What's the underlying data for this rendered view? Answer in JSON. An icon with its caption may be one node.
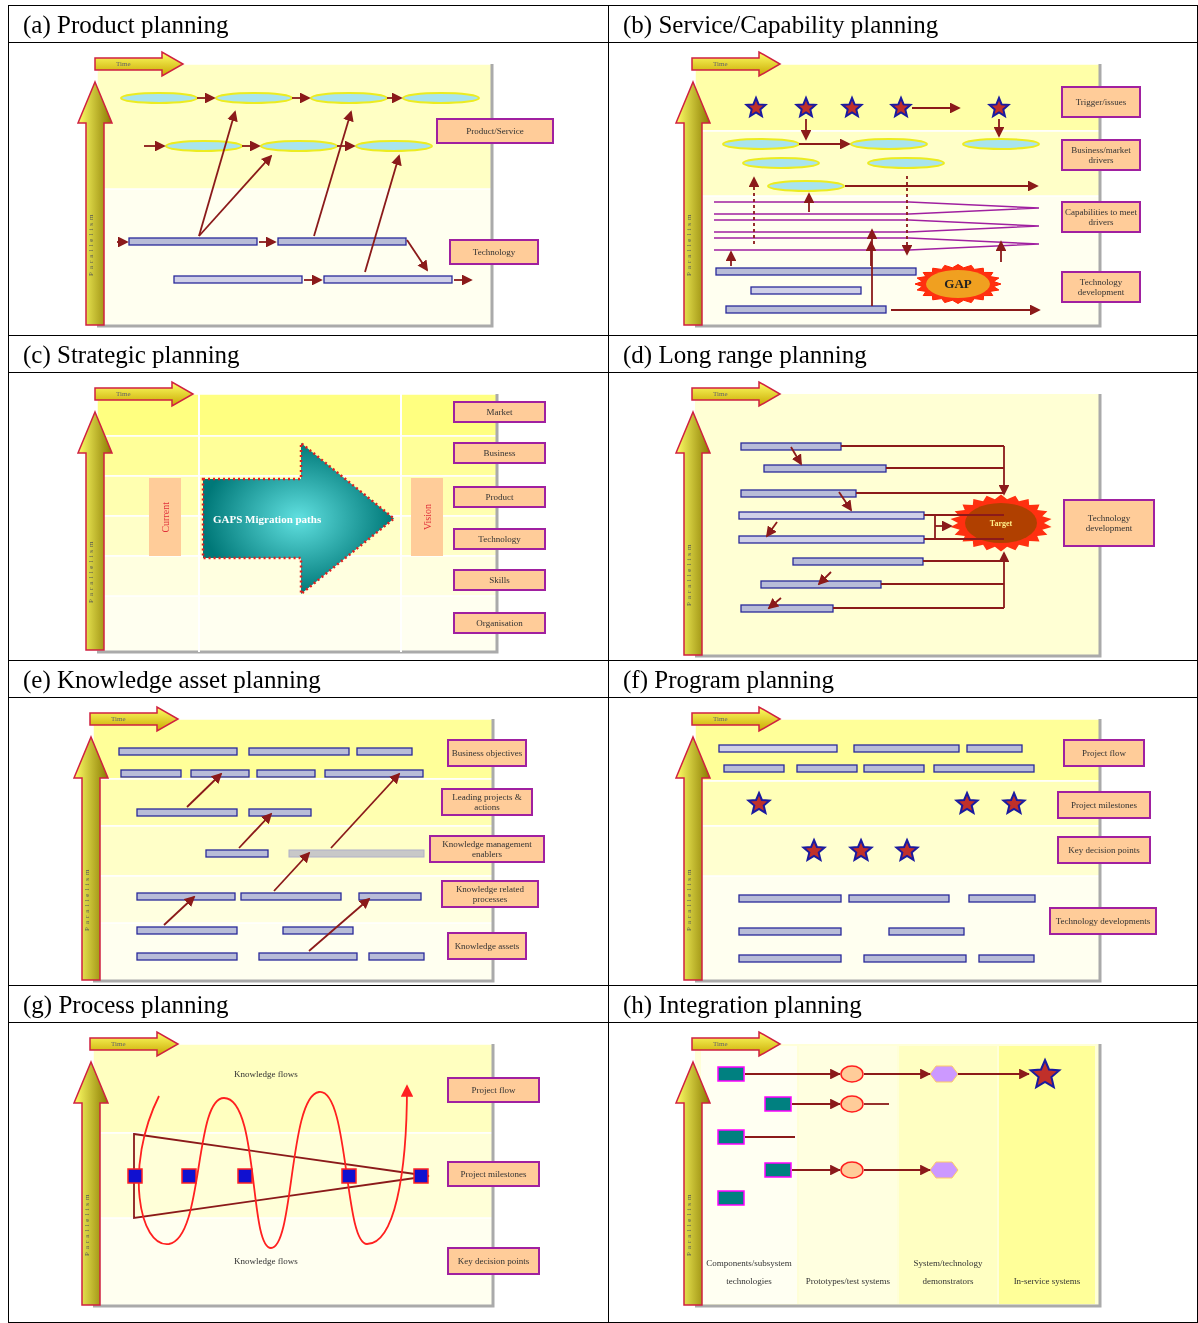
{
  "diagram": {
    "nodes": [
      {
        "text": [
          "(a) Product planning"
        ]
      },
      {
        "text": [
          "Time"
        ],
        "in": 0
      },
      {
        "text": [
          "Parallelism"
        ],
        "in": 0
      },
      {
        "text": [
          "Product/Service"
        ],
        "in": 0
      },
      {
        "text": [
          "Technology"
        ],
        "in": 0
      },
      {
        "text": [
          "(b) Service/Capability planning"
        ]
      },
      {
        "text": [
          "Time"
        ],
        "in": 5
      },
      {
        "text": [
          "Parallelism"
        ],
        "in": 5
      },
      {
        "text": [
          "Trigger/issues"
        ],
        "in": 5
      },
      {
        "text": [
          "Business/market drivers"
        ],
        "in": 5
      },
      {
        "text": [
          "Capabilities to meet drivers"
        ],
        "in": 5
      },
      {
        "text": [
          "GAP"
        ],
        "in": 5
      },
      {
        "text": [
          "Technology development"
        ],
        "in": 5
      },
      {
        "text": [
          "(c) Strategic planning"
        ]
      },
      {
        "text": [
          "Time"
        ],
        "in": 13
      },
      {
        "text": [
          "Parallelism"
        ],
        "in": 13
      },
      {
        "text": [
          "Market"
        ],
        "in": 13
      },
      {
        "text": [
          "Business"
        ],
        "in": 13
      },
      {
        "text": [
          "Current"
        ],
        "in": 13
      },
      {
        "text": [
          "GAPS Migration paths"
        ],
        "in": 13
      },
      {
        "text": [
          "Vision"
        ],
        "in": 13
      },
      {
        "text": [
          "Product"
        ],
        "in": 13
      },
      {
        "text": [
          "Technology"
        ],
        "in": 13
      },
      {
        "text": [
          "Skills"
        ],
        "in": 13
      },
      {
        "text": [
          "Organisation"
        ],
        "in": 13
      },
      {
        "text": [
          "(d) Long range planning"
        ]
      },
      {
        "text": [
          "Time"
        ],
        "in": 25
      },
      {
        "text": [
          "Parallelism"
        ],
        "in": 25
      },
      {
        "text": [
          "Target"
        ],
        "in": 25
      },
      {
        "text": [
          "Technology development"
        ],
        "in": 25
      },
      {
        "text": [
          "(e) Knowledge asset planning"
        ]
      },
      {
        "text": [
          "Time"
        ],
        "in": 30
      },
      {
        "text": [
          "Parallelism"
        ],
        "in": 30
      },
      {
        "text": [
          "Business objectives"
        ],
        "in": 30
      },
      {
        "text": [
          "Leading projects & actions"
        ],
        "in": 30
      },
      {
        "text": [
          "Knowledge management enablers"
        ],
        "in": 30
      },
      {
        "text": [
          "Knowledge related processes"
        ],
        "in": 30
      },
      {
        "text": [
          "Knowledge assets"
        ],
        "in": 30
      },
      {
        "text": [
          "(f) Program planning"
        ]
      },
      {
        "text": [
          "Time"
        ],
        "in": 38
      },
      {
        "text": [
          "Parallelism"
        ],
        "in": 38
      },
      {
        "text": [
          "Project flow"
        ],
        "in": 38
      },
      {
        "text": [
          "Project milestones"
        ],
        "in": 38
      },
      {
        "text": [
          "Key decision points"
        ],
        "in": 38
      },
      {
        "text": [
          "Technology developments"
        ],
        "in": 38
      },
      {
        "text": [
          "(g) Process planning"
        ]
      },
      {
        "text": [
          "Time"
        ],
        "in": 45
      },
      {
        "text": [
          "Parallelism"
        ],
        "in": 45
      },
      {
        "text": [
          "Project flow"
        ],
        "in": 45
      },
      {
        "text": [
          "Project milestones"
        ],
        "in": 45
      },
      {
        "text": [
          "Key decision points"
        ],
        "in": 45
      },
      {
        "text": [
          "(h) Integration planning"
        ]
      },
      {
        "text": [
          "Time"
        ],
        "in": 51
      },
      {
        "text": [
          "Parallelism"
        ],
        "in": 51
      },
      {
        "text": [
          "Components/subsystem technologies"
        ],
        "in": 51
      },
      {
        "text": [
          "Prototypes/test systems"
        ],
        "in": 51
      },
      {
        "text": [
          "System/technology demonstrators"
        ],
        "in": 51
      },
      {
        "text": [
          "In-service systems"
        ],
        "in": 51
      },
      {
        "text": [],
        "shape": "box",
        "in": 54
      },
      {
        "text": [],
        "shape": "box",
        "in": 54
      },
      {
        "text": [],
        "shape": "box",
        "in": 54
      },
      {
        "text": [],
        "shape": "box",
        "in": 54
      },
      {
        "text": [],
        "shape": "box",
        "in": 54
      },
      {
        "text": [],
        "shape": "circle",
        "in": 55
      },
      {
        "text": [],
        "shape": "circle",
        "in": 55
      },
      {
        "text": [],
        "shape": "circle",
        "in": 55
      },
      {
        "text": [],
        "shape": "hexagon",
        "in": 56
      },
      {
        "text": [],
        "shape": "hexagon",
        "in": 56
      },
      {
        "text": [],
        "shape": "star",
        "in": 57
      }
    ],
    "edges": [
      {
        "from": 58,
        "to": 63,
        "arrow": "to"
      },
      {
        "from": 63,
        "to": 66,
        "arrow": "to"
      },
      {
        "from": 66,
        "to": 68,
        "arrow": "to"
      },
      {
        "from": 59,
        "to": 64,
        "arrow": "to"
      },
      {
        "from": 64,
        "to": null,
        "arrow": "none"
      },
      {
        "from": 60,
        "to": null,
        "arrow": "none"
      },
      {
        "from": 61,
        "to": 65,
        "arrow": "to"
      },
      {
        "from": 65,
        "to": 67,
        "arrow": "to"
      }
    ],
    "labels": [
      "Knowledge flows",
      "Knowledge flows"
    ]
  }
}
